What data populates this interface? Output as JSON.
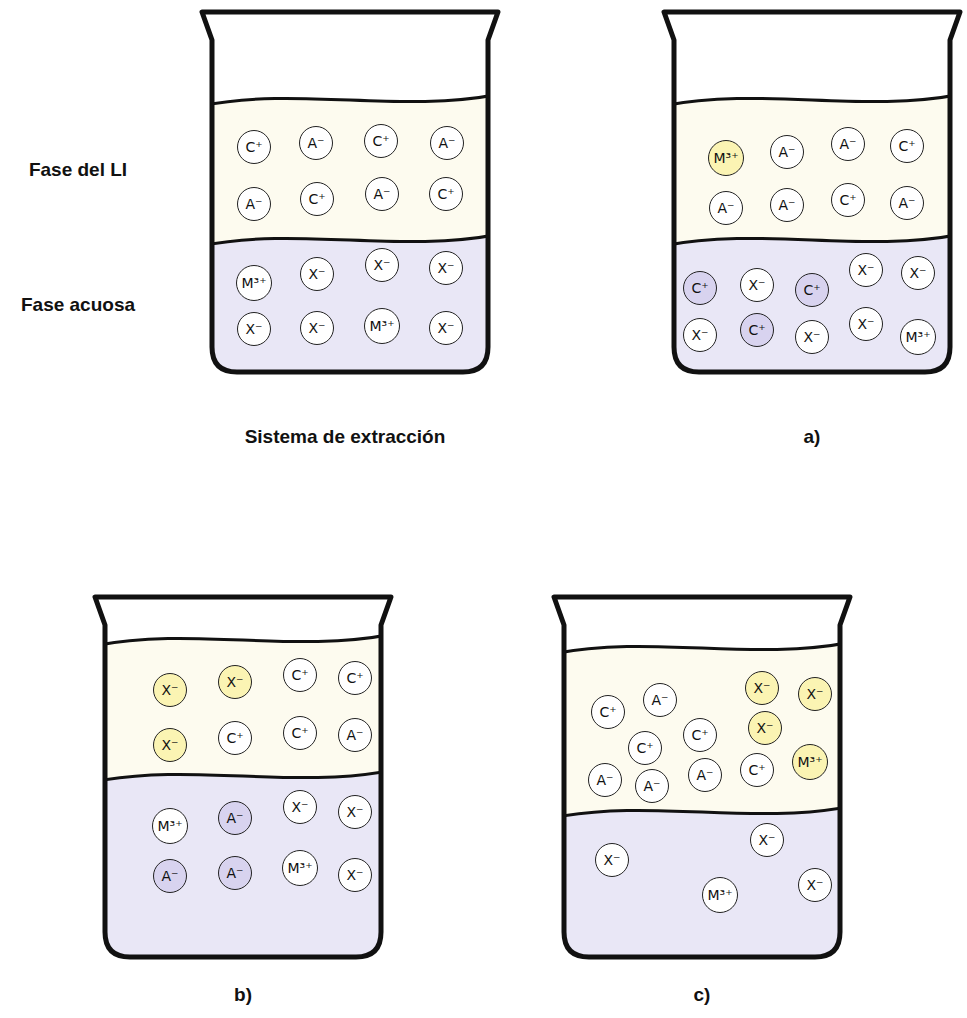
{
  "diagram": {
    "nodes": [
      {
        "text": [
          "C⁺"
        ]
      },
      {
        "text": [
          "A⁻"
        ]
      },
      {
        "text": [
          "C⁺"
        ]
      },
      {
        "text": [
          "A⁻"
        ]
      },
      {
        "text": [
          "A⁻"
        ]
      },
      {
        "text": [
          "C⁺"
        ]
      },
      {
        "text": [
          "A⁻"
        ]
      },
      {
        "text": [
          "C⁺"
        ]
      },
      {
        "text": [
          "M³⁺"
        ]
      },
      {
        "text": [
          "X⁻"
        ]
      },
      {
        "text": [
          "X⁻"
        ]
      },
      {
        "text": [
          "X⁻"
        ]
      },
      {
        "text": [
          "X⁻"
        ]
      },
      {
        "text": [
          "X⁻"
        ]
      },
      {
        "text": [
          "M³⁺"
        ]
      },
      {
        "text": [
          "X⁻"
        ]
      },
      {
        "text": [
          "M³⁺"
        ]
      },
      {
        "text": [
          "A⁻"
        ]
      },
      {
        "text": [
          "A⁻"
        ]
      },
      {
        "text": [
          "C⁺"
        ]
      },
      {
        "text": [
          "A⁻"
        ]
      },
      {
        "text": [
          "A⁻"
        ]
      },
      {
        "text": [
          "C⁺"
        ]
      },
      {
        "text": [
          "A⁻"
        ]
      },
      {
        "text": [
          "C⁺"
        ]
      },
      {
        "text": [
          "X⁻"
        ]
      },
      {
        "text": [
          "C⁺"
        ]
      },
      {
        "text": [
          "X⁻"
        ]
      },
      {
        "text": [
          "X⁻"
        ]
      },
      {
        "text": [
          "X⁻"
        ]
      },
      {
        "text": [
          "C⁺"
        ]
      },
      {
        "text": [
          "X⁻"
        ]
      },
      {
        "text": [
          "X⁻"
        ]
      },
      {
        "text": [
          "M³⁺"
        ]
      },
      {
        "text": [
          "X⁻"
        ]
      },
      {
        "text": [
          "X⁻"
        ]
      },
      {
        "text": [
          "C⁺"
        ]
      },
      {
        "text": [
          "C⁺"
        ]
      },
      {
        "text": [
          "X⁻"
        ]
      },
      {
        "text": [
          "C⁺"
        ]
      },
      {
        "text": [
          "C⁺"
        ]
      },
      {
        "text": [
          "A⁻"
        ]
      },
      {
        "text": [
          "M³⁺"
        ]
      },
      {
        "text": [
          "A⁻"
        ]
      },
      {
        "text": [
          "X⁻"
        ]
      },
      {
        "text": [
          "X⁻"
        ]
      },
      {
        "text": [
          "A⁻"
        ]
      },
      {
        "text": [
          "A⁻"
        ]
      },
      {
        "text": [
          "M³⁺"
        ]
      },
      {
        "text": [
          "X⁻"
        ]
      },
      {
        "text": [
          "C⁺"
        ]
      },
      {
        "text": [
          "A⁻"
        ]
      },
      {
        "text": [
          "X⁻"
        ]
      },
      {
        "text": [
          "X⁻"
        ]
      },
      {
        "text": [
          "C⁺"
        ]
      },
      {
        "text": [
          "C⁺"
        ]
      },
      {
        "text": [
          "X⁻"
        ]
      },
      {
        "text": [
          "A⁻"
        ]
      },
      {
        "text": [
          "A⁻"
        ]
      },
      {
        "text": [
          "A⁻"
        ]
      },
      {
        "text": [
          "C⁺"
        ]
      },
      {
        "text": [
          "M³⁺"
        ]
      },
      {
        "text": [
          "X⁻"
        ]
      },
      {
        "text": [
          "X⁻"
        ]
      },
      {
        "text": [
          "M³⁺"
        ]
      },
      {
        "text": [
          "X⁻"
        ]
      }
    ],
    "labels": [
      "Fase del LI",
      "Fase acuosa",
      "Sistema de extracción",
      "a)",
      "b)",
      "c)"
    ]
  }
}
